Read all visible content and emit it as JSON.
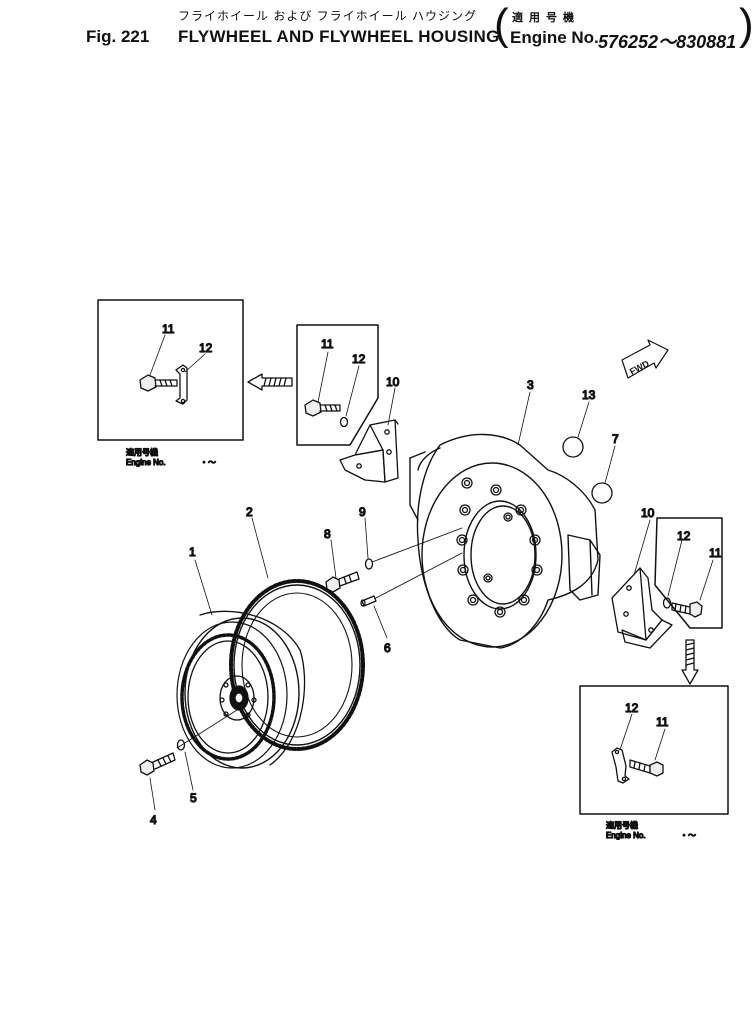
{
  "header": {
    "japanese_title": "フライホイール および フライホイール ハウジング",
    "figure_number": "Fig. 221",
    "title": "FLYWHEEL AND FLYWHEEL HOUSING",
    "applicable_jp": "適用号機",
    "engine_label": "Engine No.",
    "engine_range": "576252～830881"
  },
  "callouts": {
    "c1": "1",
    "c2": "2",
    "c3": "3",
    "c4": "4",
    "c5": "5",
    "c6": "6",
    "c7": "7",
    "c8": "8",
    "c9": "9",
    "c10a": "10",
    "c10b": "10",
    "c11a": "11",
    "c11b": "11",
    "c11c": "11",
    "c11d": "11",
    "c12a": "12",
    "c12b": "12",
    "c12c": "12",
    "c12d": "12",
    "c13": "13"
  },
  "inset_left": {
    "applicable_jp": "適用号機",
    "engine_label": "Engine No.",
    "range": "・～"
  },
  "inset_right": {
    "applicable_jp": "適用号機",
    "engine_label": "Engine No.",
    "range": "・～"
  },
  "fwd_label": "FWD"
}
